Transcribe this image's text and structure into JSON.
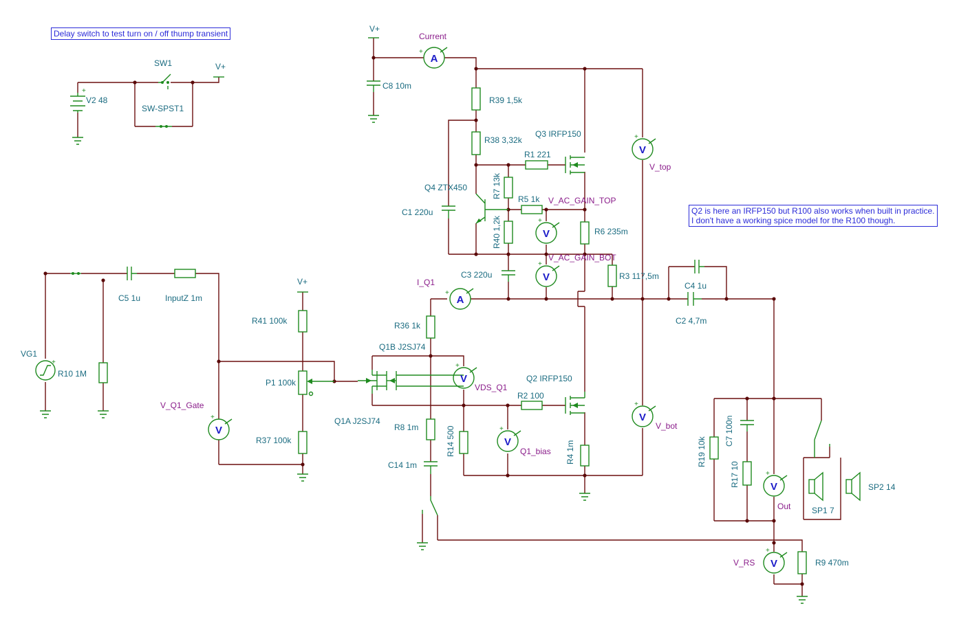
{
  "notes": {
    "delay_switch": "Delay switch to test turn on / off thump transient",
    "q2_line1": "Q2 is here an IRFP150 but R100 also works when built in practice.",
    "q2_line2": "I don't have a working spice model for the R100 though."
  },
  "components": {
    "v2": "V2 48",
    "sw1": "SW1",
    "sw_spst": "SW-SPST1",
    "vplus": "V+",
    "c8": "C8 10m",
    "current": "Current",
    "r39": "R39 1,5k",
    "r38": "R38 3,32k",
    "q3": "Q3 IRFP150",
    "r1": "R1 221",
    "v_top": "V_top",
    "q4": "Q4 ZTX450",
    "r7": "R7 13k",
    "r5": "R5 1k",
    "v_ac_gain_top": "V_AC_GAIN_TOP",
    "c1": "C1 220u",
    "r40": "R40 1,2k",
    "r6": "R6 235m",
    "v_ac_gain_bot": "V_AC_GAIN_BOT",
    "c3": "C3 220u",
    "r3": "R3 117,5m",
    "c4": "C4 1u",
    "c2": "C2 4,7m",
    "i_q1": "I_Q1",
    "r36": "R36 1k",
    "q1b": "Q1B J2SJ74",
    "vds_q1": "VDS_Q1",
    "q2": "Q2 IRFP150",
    "r2": "R2 100",
    "q1a": "Q1A J2SJ74",
    "r8": "R8 1m",
    "r14": "R14 500",
    "q1_bias": "Q1_bias",
    "r4": "R4 1m",
    "c14": "C14 1m",
    "v_bot": "V_bot",
    "c5": "C5 1u",
    "inputz": "InputZ 1m",
    "vg1": "VG1",
    "r10": "R10 1M",
    "r41": "R41 100k",
    "p1": "P1 100k",
    "v_q1_gate": "V_Q1_Gate",
    "r37": "R37 100k",
    "r19": "R19 10k",
    "c7": "C7 100n",
    "r17": "R17 10",
    "out": "Out",
    "sp1": "SP1 7",
    "sp2": "SP2 14",
    "v_rs": "V_RS",
    "r9": "R9 470m"
  },
  "meter_glyphs": {
    "ammeter": "A",
    "voltmeter": "V",
    "plus": "+"
  },
  "colors": {
    "wire": "#6b0f0f",
    "component": "#1e8a1e",
    "label": "#1a6b80",
    "probe": "#8a1c8a",
    "meter_text": "#1c1cc8",
    "note": "#2a2ad8"
  }
}
